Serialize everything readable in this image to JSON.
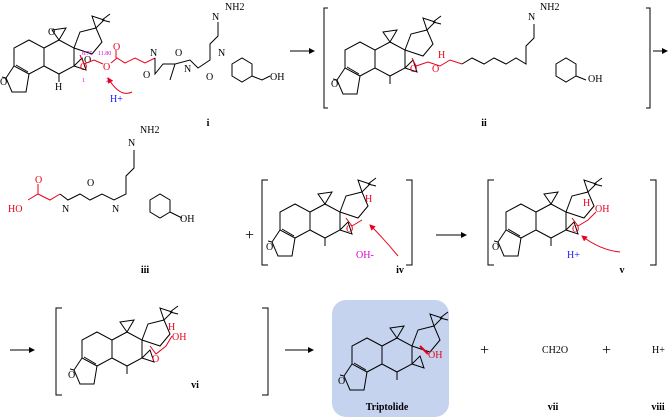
{
  "compounds": {
    "i": "i",
    "ii": "ii",
    "iii": "iii",
    "iv": "iv",
    "v": "v",
    "vi": "vi",
    "triptolide": "Triptolide",
    "vii": "vii",
    "viii": "viii"
  },
  "atoms": {
    "O": "O",
    "NH": "N",
    "H": "H",
    "NH2": "NH2",
    "OH": "OH",
    "HO": "HO",
    "proton": "H+",
    "hydroxide": "OH-",
    "formaldehyde": "CH2O"
  },
  "annotations": {
    "dist1": "8.75",
    "dist2": "11.80",
    "atom1": "1",
    "atom2": "2"
  },
  "plus": "+",
  "colors": {
    "highlight_box": "#c5d3ee",
    "reactive": "#e8001c",
    "proton": "#1a1aff",
    "annotation": "#d400d4"
  }
}
